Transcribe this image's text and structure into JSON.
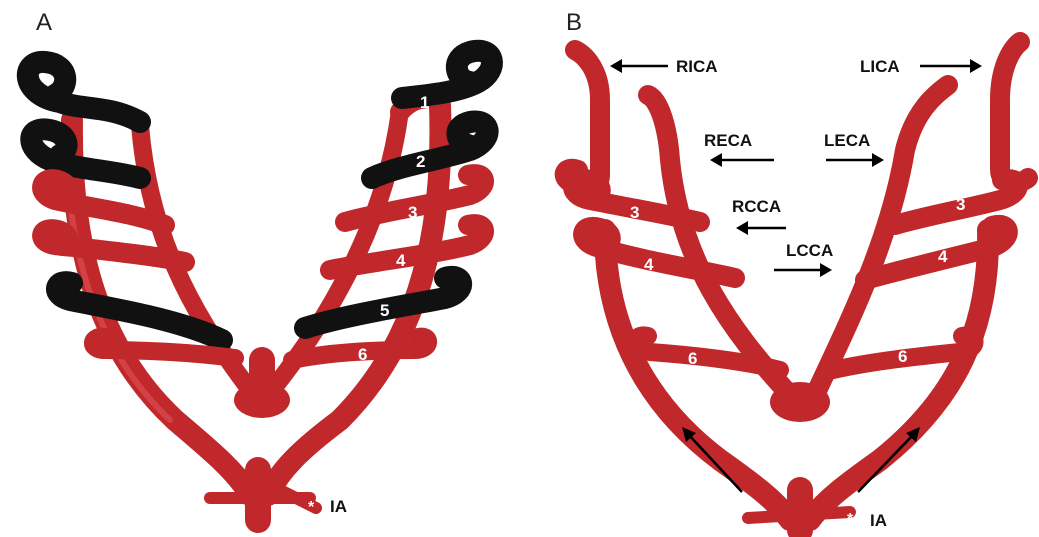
{
  "panels": [
    {
      "label": "A"
    },
    {
      "label": "B"
    }
  ],
  "panel_a": {
    "arch_numbers": [
      "1",
      "2",
      "3",
      "4",
      "5",
      "6"
    ],
    "ia_label": "IA",
    "ia_marker": "*"
  },
  "panel_b": {
    "vessels": [
      "RICA",
      "LICA",
      "RECA",
      "LECA",
      "RCCA",
      "LCCA"
    ],
    "arch_numbers_left": [
      "3",
      "4",
      "6"
    ],
    "arch_numbers_right": [
      "3",
      "4",
      "6"
    ],
    "ia_label": "IA",
    "ia_marker": "*"
  },
  "colors": {
    "artery": "#c0282b",
    "regressed": "#111111",
    "background": "#ffffff"
  }
}
